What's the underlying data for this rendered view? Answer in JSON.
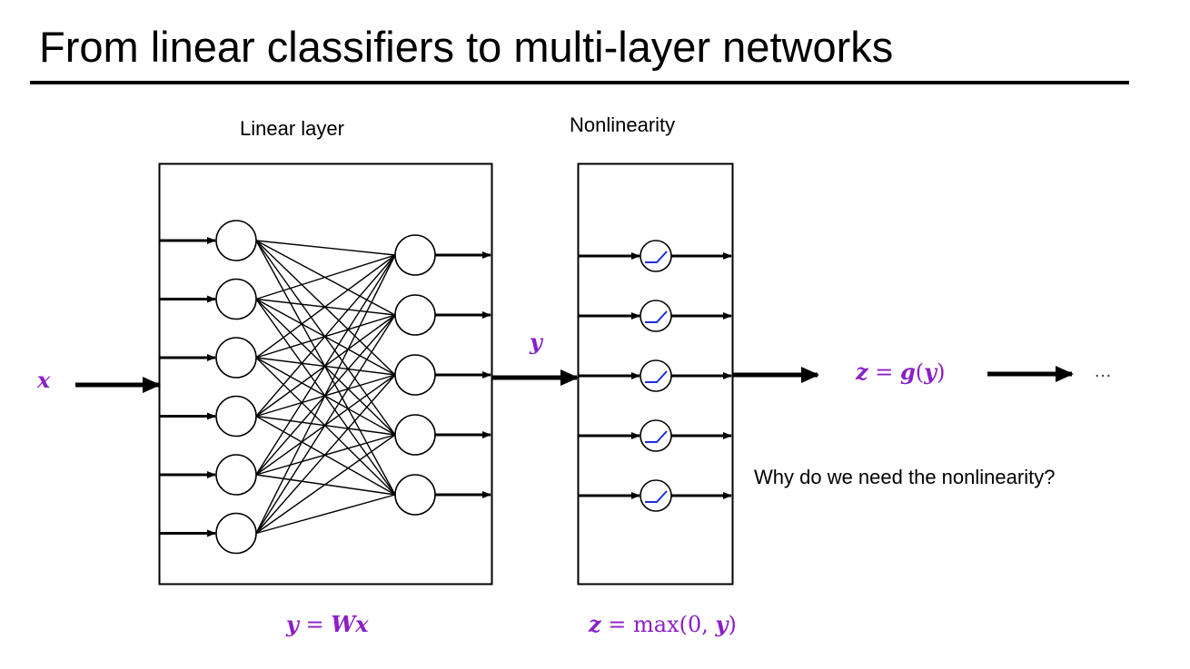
{
  "slide": {
    "title": "From linear classifiers to multi-layer networks",
    "linear_layer_label": "Linear layer",
    "nonlinearity_label": "Nonlinearity",
    "input_var": "x",
    "mid_var": "y",
    "output_eq": {
      "lhs": "z",
      "op": " = ",
      "fn": "g",
      "arg": "y"
    },
    "ellipsis": "…",
    "question": "Why do we need the nonlinearity?",
    "linear_eq": {
      "lhs": "y",
      "op": " = ",
      "w": "W",
      "x": "x"
    },
    "relu_eq": {
      "lhs": "z",
      "op": " = ",
      "fn": "max(0, ",
      "arg": "y",
      "close": ")"
    }
  },
  "network": {
    "input_neurons": 6,
    "output_neurons": 5,
    "nonlinearity_units": 5,
    "fully_connected": true
  },
  "colors": {
    "math": "#8a1fc7",
    "relu_curve": "#1a2fe0",
    "line": "#000000"
  }
}
